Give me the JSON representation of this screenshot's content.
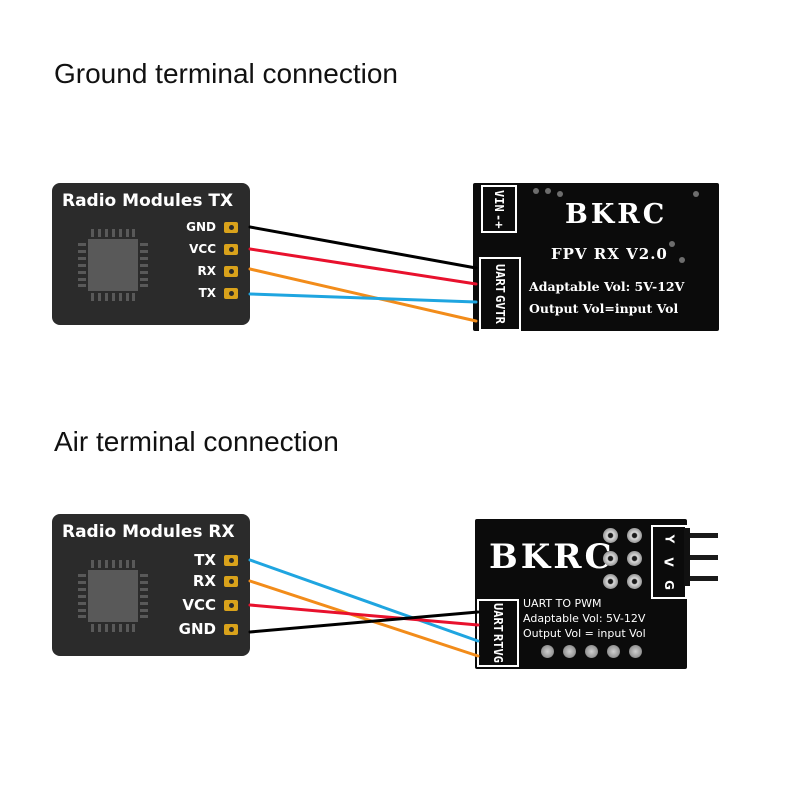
{
  "colors": {
    "wire_gnd": "#000000",
    "wire_vcc": "#e8112d",
    "wire_rx": "#f28c1a",
    "wire_tx": "#1fa5e0",
    "module_bg": "#2b2b2b",
    "pad": "#d9a21b",
    "board_bg": "#0b0b0b"
  },
  "ground": {
    "title": "Ground terminal connection",
    "module": {
      "title": "Radio Modules TX",
      "pins": [
        "GND",
        "VCC",
        "RX",
        "TX"
      ]
    },
    "board": {
      "brand": "BKRC",
      "model": "FPV RX V2.0",
      "adaptable": "Adaptable Vol: 5V-12V",
      "output": "Output Vol=input Vol",
      "vin_label": "VIN",
      "vin_pins": "-+",
      "uart_label": "UART",
      "uart_pins": "GVTR"
    }
  },
  "air": {
    "title": "Air terminal connection",
    "module": {
      "title": "Radio Modules RX",
      "pins": [
        "TX",
        "RX",
        "VCC",
        "GND"
      ]
    },
    "board": {
      "brand": "BKRC",
      "line1": "UART TO PWM",
      "adaptable": "Adaptable Vol: 5V-12V",
      "output": "Output Vol = input Vol",
      "uart_label": "UART",
      "uart_pins": "RTVG",
      "pwm_pins": [
        "Y",
        "V",
        "G"
      ]
    }
  }
}
